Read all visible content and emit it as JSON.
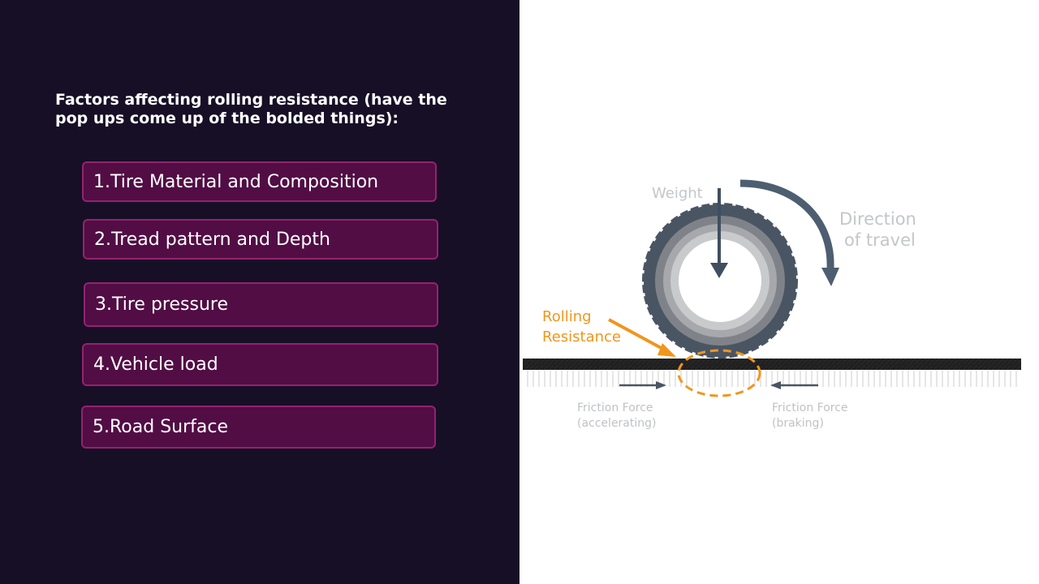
{
  "heading": "Factors affecting rolling resistance (have the pop ups come up of the bolded things):",
  "factors": [
    "1.Tire Material and Composition",
    "2.Tread pattern and Depth",
    "3.Tire pressure",
    "4.Vehicle load",
    "5.Road Surface"
  ],
  "diagram": {
    "weight_label": "Weight",
    "direction_line1": "Direction",
    "direction_line2": "of travel",
    "rolling_line1": "Rolling",
    "rolling_line2": "Resistance",
    "friction_left_line1": "Friction Force",
    "friction_left_line2": "(accelerating)",
    "friction_right_line1": "Friction Force",
    "friction_right_line2": "(braking)"
  },
  "colors": {
    "left_background": "#170f26",
    "box_fill": "#520d45",
    "box_border": "#93236f",
    "accent_orange": "#f0961e",
    "arrow_slate": "#4a5a6b"
  }
}
